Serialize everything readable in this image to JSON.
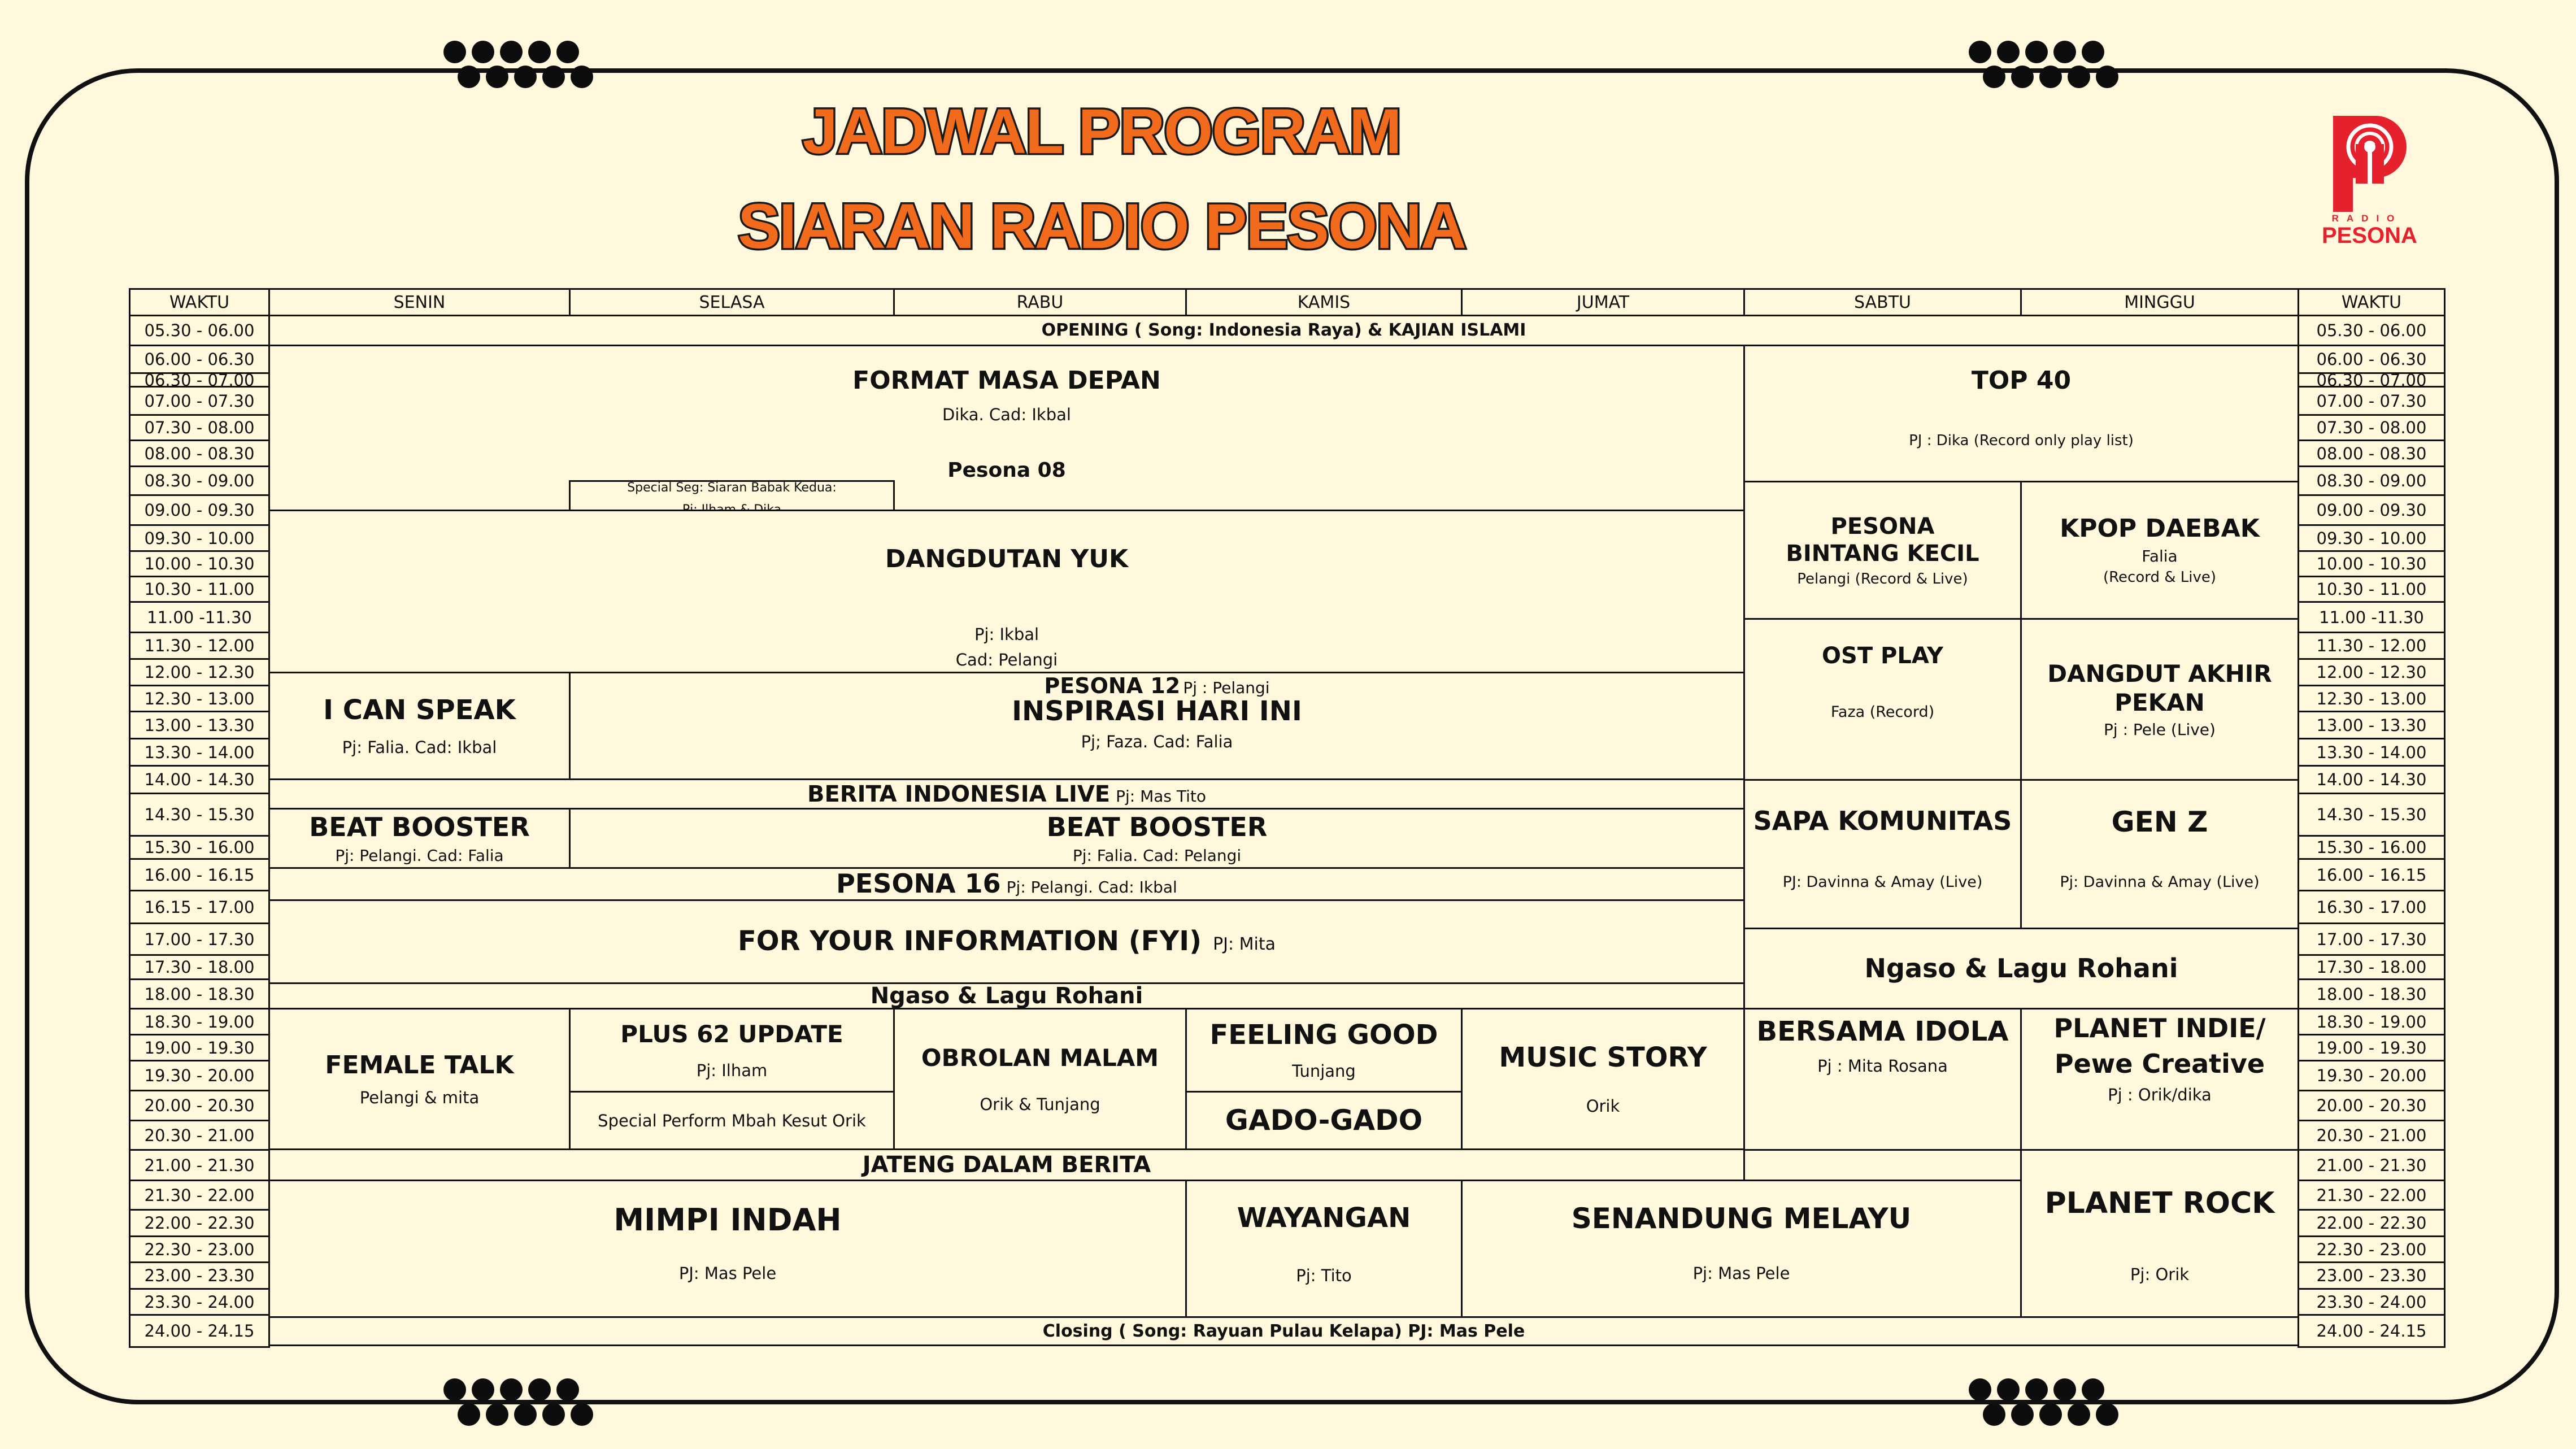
{
  "title": {
    "line1": "JADWAL PROGRAM",
    "line2": "SIARAN RADIO PESONA"
  },
  "logo": {
    "radio": "RADIO",
    "brand": "PESONA",
    "color": "#e4212d"
  },
  "colors": {
    "background": "#fff8dc",
    "title_fill": "#f26a1b",
    "title_stroke": "#1a1a1a",
    "border": "#111111"
  },
  "header": {
    "waktu": "WAKTU",
    "days": [
      "SENIN",
      "SELASA",
      "RABU",
      "KAMIS",
      "JUMAT",
      "SABTU",
      "MINGGU"
    ],
    "waktu_right": "WAKTU"
  },
  "times_left": [
    "05.30 - 06.00",
    "06.00 - 06.30",
    "06.30 - 07.00",
    "07.00 - 07.30",
    "07.30 - 08.00",
    "08.00 - 08.30",
    "08.30 - 09.00",
    "09.00 - 09.30",
    "09.30 - 10.00",
    "10.00 - 10.30",
    "10.30 - 11.00",
    "11.00 -11.30",
    "11.30 - 12.00",
    "12.00 - 12.30",
    "12.30 - 13.00",
    "13.00 - 13.30",
    "13.30 - 14.00",
    "14.00 - 14.30",
    "14.30 - 15.30",
    "15.30 - 16.00",
    "16.00 - 16.15",
    "16.15 - 17.00",
    "17.00 - 17.30",
    "17.30 - 18.00",
    "18.00 - 18.30",
    "18.30 - 19.00",
    "19.00 - 19.30",
    "19.30 - 20.00",
    "20.00 - 20.30",
    "20.30 - 21.00",
    "21.00 - 21.30",
    "21.30 - 22.00",
    "22.00 - 22.30",
    "22.30 - 23.00",
    "23.00 - 23.30",
    "23.30 - 24.00",
    "24.00 - 24.15"
  ],
  "times_right": [
    "05.30 - 06.00",
    "06.00 - 06.30",
    "06.30 - 07.00",
    "07.00 - 07.30",
    "07.30 - 08.00",
    "08.00 - 08.30",
    "08.30 - 09.00",
    "09.00 - 09.30",
    "09.30 - 10.00",
    "10.00 - 10.30",
    "10.30 - 11.00",
    "11.00 -11.30",
    "11.30 - 12.00",
    "12.00 - 12.30",
    "12.30 - 13.00",
    "13.00 - 13.30",
    "13.30 - 14.00",
    "14.00 - 14.30",
    "14.30 - 15.30",
    "15.30 - 16.00",
    "16.00 - 16.15",
    "16.30 - 17.00",
    "17.00 - 17.30",
    "17.30 - 18.00",
    "18.00 - 18.30",
    "18.30 - 19.00",
    "19.00 - 19.30",
    "19.30 - 20.00",
    "20.00 - 20.30",
    "20.30 - 21.00",
    "21.00 - 21.30",
    "21.30 - 22.00",
    "22.00 - 22.30",
    "22.30 - 23.00",
    "23.00 - 23.30",
    "23.30 - 24.00",
    "24.00 - 24.15"
  ],
  "programs": {
    "opening": "OPENING ( Song: Indonesia Raya) & KAJIAN ISLAMI",
    "format_masa_depan": {
      "name": "FORMAT MASA DEPAN",
      "pj": "Dika. Cad: Ikbal",
      "extra": "Pesona 08"
    },
    "special_seg": {
      "line1": "Special Seg: Siaran Babak Kedua:",
      "line2": "Pj: Ilham & Dika"
    },
    "top40": {
      "name": "TOP 40",
      "pj": "PJ : Dika (Record only play list)"
    },
    "dangdutan_yuk": {
      "name": "DANGDUTAN YUK",
      "pj": "Pj: Ikbal",
      "cad": "Cad: Pelangi"
    },
    "pesona_bintang_kecil": {
      "name": "PESONA BINTANG KECIL",
      "pj": "Pelangi (Record & Live)"
    },
    "kpop_daebak": {
      "name": "KPOP DAEBAK",
      "pj": "Falia",
      "note": "(Record & Live)"
    },
    "ost_play": {
      "name": "OST PLAY",
      "pj": "Faza (Record)"
    },
    "dangdut_akhir_pekan": {
      "name": "DANGDUT AKHIR PEKAN",
      "pj": "Pj : Pele (Live)"
    },
    "i_can_speak": {
      "name": "I CAN SPEAK",
      "pj": "Pj: Falia. Cad: Ikbal"
    },
    "pesona12": {
      "name": "PESONA 12",
      "pj": "Pj : Pelangi"
    },
    "inspirasi": {
      "name": "INSPIRASI HARI INI",
      "pj": "Pj; Faza. Cad: Falia"
    },
    "berita_indonesia": {
      "name": "BERITA INDONESIA LIVE",
      "pj": "Pj: Mas Tito"
    },
    "sapa_komunitas": {
      "name": "SAPA KOMUNITAS",
      "pj": "PJ: Davinna & Amay (Live)"
    },
    "gen_z": {
      "name": "GEN Z",
      "pj": "Pj: Davinna & Amay (Live)"
    },
    "beat_booster_senin": {
      "name": "BEAT BOOSTER",
      "pj": "Pj: Pelangi. Cad: Falia"
    },
    "beat_booster": {
      "name": "BEAT BOOSTER",
      "pj": "Pj: Falia. Cad: Pelangi"
    },
    "pesona16": {
      "name": "PESONA 16",
      "pj": "Pj: Pelangi. Cad: Ikbal"
    },
    "fyi": {
      "name": "FOR YOUR INFORMATION (FYI)",
      "pj": "PJ: Mita"
    },
    "ngaso_weekend": "Ngaso & Lagu Rohani",
    "ngaso": "Ngaso & Lagu Rohani",
    "female_talk": {
      "name": "FEMALE TALK",
      "pj": "Pelangi & mita"
    },
    "plus62": {
      "name": "PLUS 62 UPDATE",
      "pj": "Pj: Ilham"
    },
    "special_perform": "Special Perform Mbah Kesut Orik",
    "obrolan_malam": {
      "name": "OBROLAN MALAM",
      "pj": "Orik & Tunjang"
    },
    "feeling_good": {
      "name": "FEELING GOOD",
      "pj": "Tunjang"
    },
    "gado_gado": "GADO-GADO",
    "music_story": {
      "name": "MUSIC STORY",
      "pj": "Orik"
    },
    "bersama_idola": {
      "name": "BERSAMA IDOLA",
      "pj": "Pj : Mita Rosana"
    },
    "planet_indie": {
      "line1": "PLANET INDIE/",
      "line2": "Pewe Creative",
      "pj": "Pj : Orik/dika"
    },
    "jateng": "JATENG DALAM BERITA",
    "mimpi_indah": {
      "name": "MIMPI INDAH",
      "pj": "PJ: Mas Pele"
    },
    "wayangan": {
      "name": "WAYANGAN",
      "pj": "Pj: Tito"
    },
    "senandung_melayu": {
      "name": "SENANDUNG MELAYU",
      "pj": "Pj: Mas Pele"
    },
    "planet_rock": {
      "name": "PLANET ROCK",
      "pj": "Pj: Orik"
    },
    "closing": "Closing ( Song: Rayuan Pulau Kelapa) PJ: Mas Pele"
  }
}
